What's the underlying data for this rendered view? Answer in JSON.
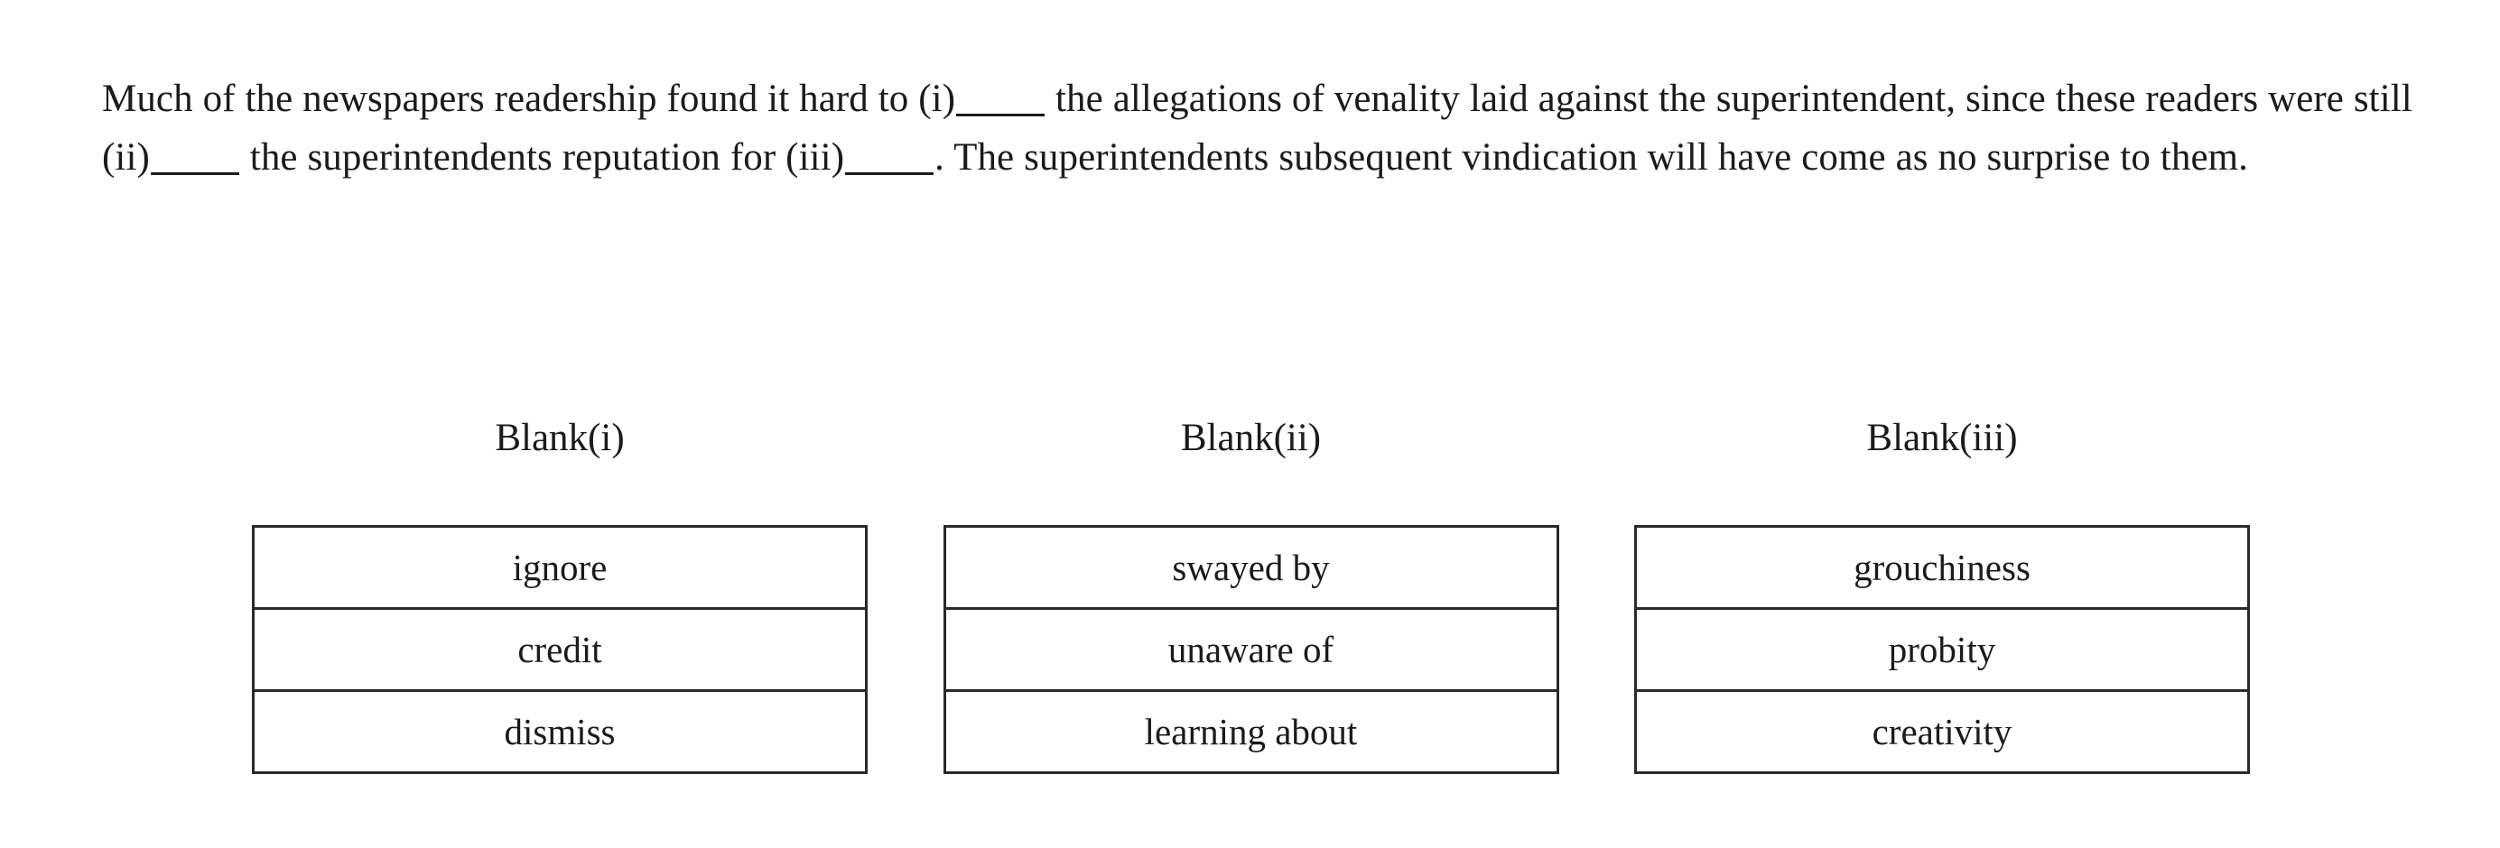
{
  "passage": {
    "segment_1": "Much of the newspapers readership found it hard to (i)",
    "segment_2": " the allegations of venality laid against the superintendent, since these readers were still (ii)",
    "segment_3": " the superintendents reputation for (iii)",
    "segment_4": ". The superintendents subsequent vindication will have come as no surprise to them.",
    "blank_mark": "_____"
  },
  "blanks": [
    {
      "header": "Blank(i)",
      "options": [
        "ignore",
        "credit",
        "dismiss"
      ]
    },
    {
      "header": "Blank(ii)",
      "options": [
        "swayed by",
        "unaware of",
        "learning about"
      ]
    },
    {
      "header": "Blank(iii)",
      "options": [
        "grouchiness",
        "probity",
        "creativity"
      ]
    }
  ],
  "colors": {
    "text": "#1b1b1b",
    "border": "#2a2a2a",
    "background": "#ffffff"
  }
}
